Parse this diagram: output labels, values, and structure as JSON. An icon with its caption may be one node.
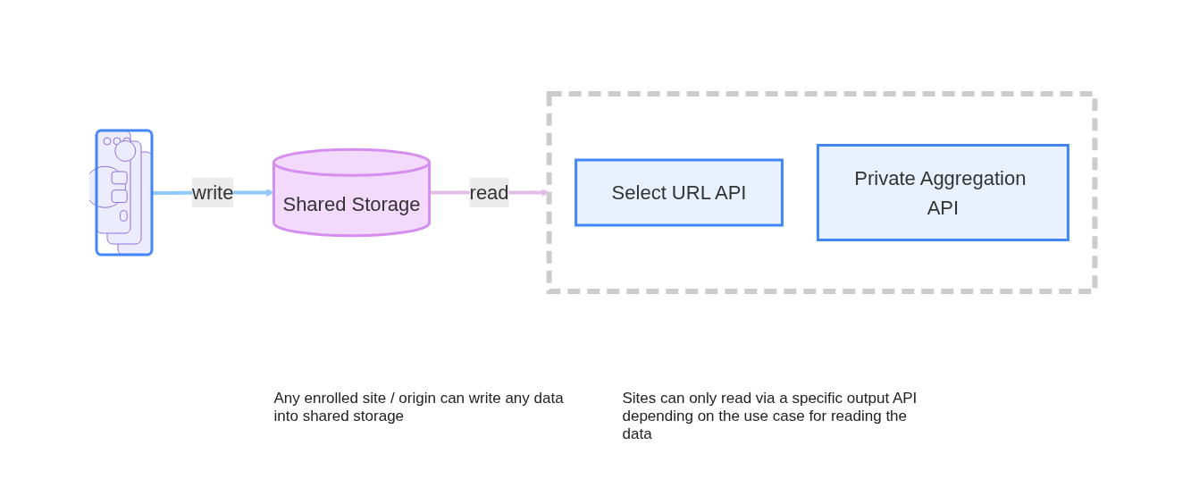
{
  "diagram": {
    "nodes": [
      {
        "text": [],
        "shape": "picture"
      },
      {
        "text": [
          "Shared Storage"
        ]
      },
      {
        "text": [],
        "shape": "box"
      },
      {
        "text": [
          "Select URL API"
        ],
        "in": 2
      },
      {
        "text": [
          "Private Aggregation API"
        ],
        "in": 2
      }
    ],
    "edges": [
      {
        "from": 0,
        "to": 1,
        "arrow": "to",
        "label": "write",
        "color": "#90caf9"
      },
      {
        "from": 1,
        "to": 2,
        "arrow": "to",
        "label": "read",
        "color": "#e1bee7"
      }
    ],
    "labels": [
      "Any enrolled site / origin can write any data into shared storage",
      "Sites can only read via a specific output API depending on the use case for reading the data"
    ]
  }
}
